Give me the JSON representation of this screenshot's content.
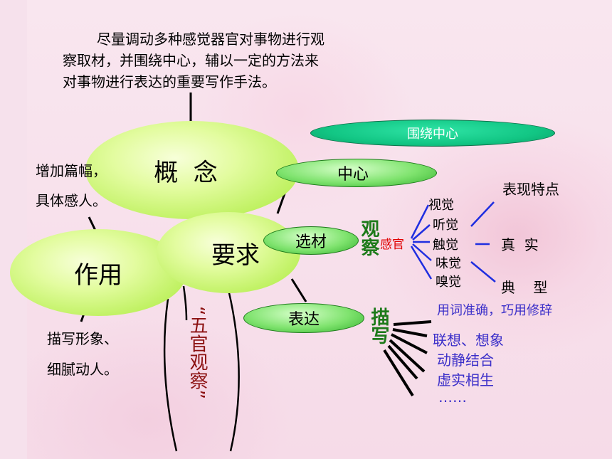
{
  "intro": {
    "line1": "尽量调动多种感觉器官对事物进行观",
    "line2": "察取材，并围绕中心，辅以一定的方法来",
    "line3": "对事物进行表达的重要写作手法。"
  },
  "nodes": {
    "concept": "概  念",
    "requirement": "要求",
    "function": "作用",
    "center": "中心",
    "material": "选材",
    "expression": "表达",
    "around_center": "围绕中心"
  },
  "left_notes": {
    "increase_line1": "增加篇幅，",
    "increase_line2": "具体感人。",
    "describe_line1": "描写形象、",
    "describe_line2": "细腻动人。"
  },
  "trunk_label": "“五官观察”",
  "observe": "观察",
  "organ": "感官",
  "senses": [
    "视觉",
    "听觉",
    "触觉",
    "味觉",
    "嗅觉"
  ],
  "qualities": [
    "表现特点",
    "真  实",
    "典    型"
  ],
  "describe": "描写",
  "methods": [
    "用词准确，巧用修辞",
    "联想、想象",
    "动静结合",
    "虚实相生",
    "……"
  ],
  "colors": {
    "accent_green": "#1d7a1a",
    "red": "#e00000",
    "blue_line": "#1f2ee0",
    "purple_text": "#3b2fc9",
    "dark_red": "#8b1010"
  }
}
